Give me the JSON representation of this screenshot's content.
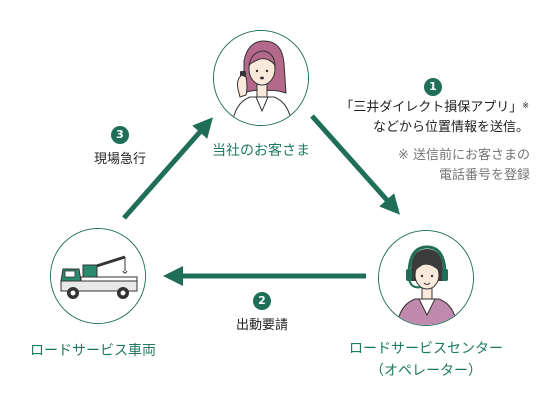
{
  "colors": {
    "accent": "#1f6e57",
    "label": "#1f7a63",
    "note": "#777777",
    "text": "#222222"
  },
  "nodes": {
    "customer": {
      "label": "当社のお客さま"
    },
    "vehicle": {
      "label": "ロードサービス車両"
    },
    "center": {
      "line1": "ロードサービスセンター",
      "line2": "（オペレーター）"
    }
  },
  "steps": [
    {
      "number": "1",
      "line1": "「三井ダイレクト損保アプリ」",
      "mark": "※",
      "line2": "などから位置情報を送信。"
    },
    {
      "number": "2",
      "text": "出動要請"
    },
    {
      "number": "3",
      "text": "現場急行"
    }
  ],
  "note": {
    "line1": "※ 送信前にお客さまの",
    "line2": "電話番号を登録"
  },
  "icons": [
    "phone-icon",
    "headset-icon",
    "tow-truck-icon"
  ]
}
